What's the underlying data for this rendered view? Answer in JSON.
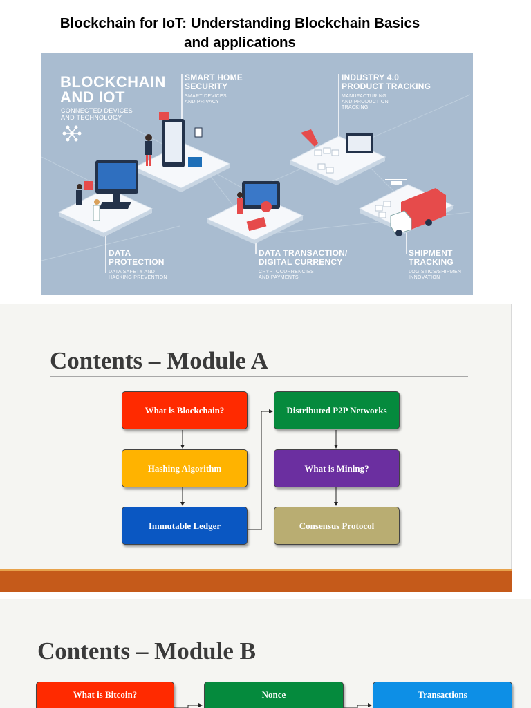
{
  "document": {
    "title_line1": "Blockchain for IoT: Understanding Blockchain Basics",
    "title_line2": "and applications"
  },
  "infographic": {
    "heading_line1": "BLOCKCHAIN",
    "heading_line2": "AND IOT",
    "heading_sub_line1": "CONNECTED DEVICES",
    "heading_sub_line2": "AND TECHNOLOGY",
    "sections": [
      {
        "title_line1": "SMART HOME",
        "title_line2": "SECURITY",
        "sub_line1": "SMART DEVICES",
        "sub_line2": "AND PRIVACY"
      },
      {
        "title_line1": "INDUSTRY 4.0",
        "title_line2": "PRODUCT TRACKING",
        "sub_line1": "MANUFACTURING",
        "sub_line2": "AND PRODUCTION",
        "sub_line3": "TRACKING"
      },
      {
        "title_line1": "DATA",
        "title_line2": "PROTECTION",
        "sub_line1": "DATA SAFETY AND",
        "sub_line2": "HACKING PREVENTION"
      },
      {
        "title_line1": "DATA TRANSACTION/",
        "title_line2": "DIGITAL CURRENCY",
        "sub_line1": "CRYPTOCURRENCIES",
        "sub_line2": "AND PAYMENTS"
      },
      {
        "title_line1": "SHIPMENT",
        "title_line2": "TRACKING",
        "sub_line1": "LOGISTICS/SHIPMENT",
        "sub_line2": "INNOVATION"
      }
    ]
  },
  "module_a": {
    "title": "Contents – Module A",
    "boxes": [
      {
        "label": "What is Blockchain?",
        "color": "#ff2a00"
      },
      {
        "label": "Hashing Algorithm",
        "color": "#ffb300"
      },
      {
        "label": "Immutable Ledger",
        "color": "#0a57c2"
      },
      {
        "label": "Distributed P2P Networks",
        "color": "#058a3d"
      },
      {
        "label": "What is Mining?",
        "color": "#6b2fa0"
      },
      {
        "label": "Consensus Protocol",
        "color": "#b9ad72"
      }
    ]
  },
  "module_b": {
    "title": "Contents – Module B",
    "boxes": [
      {
        "label": "What is Bitcoin?",
        "color": "#ff2a00"
      },
      {
        "label": "Nonce",
        "color": "#058a3d"
      },
      {
        "label": "Transactions",
        "color": "#0d8fe6"
      }
    ]
  },
  "colors": {
    "infographic_bg": "#a9bcd0",
    "slide_bg": "#f5f5f2",
    "footer_bar": "#c55a1a",
    "footer_line": "#e7a24c"
  }
}
